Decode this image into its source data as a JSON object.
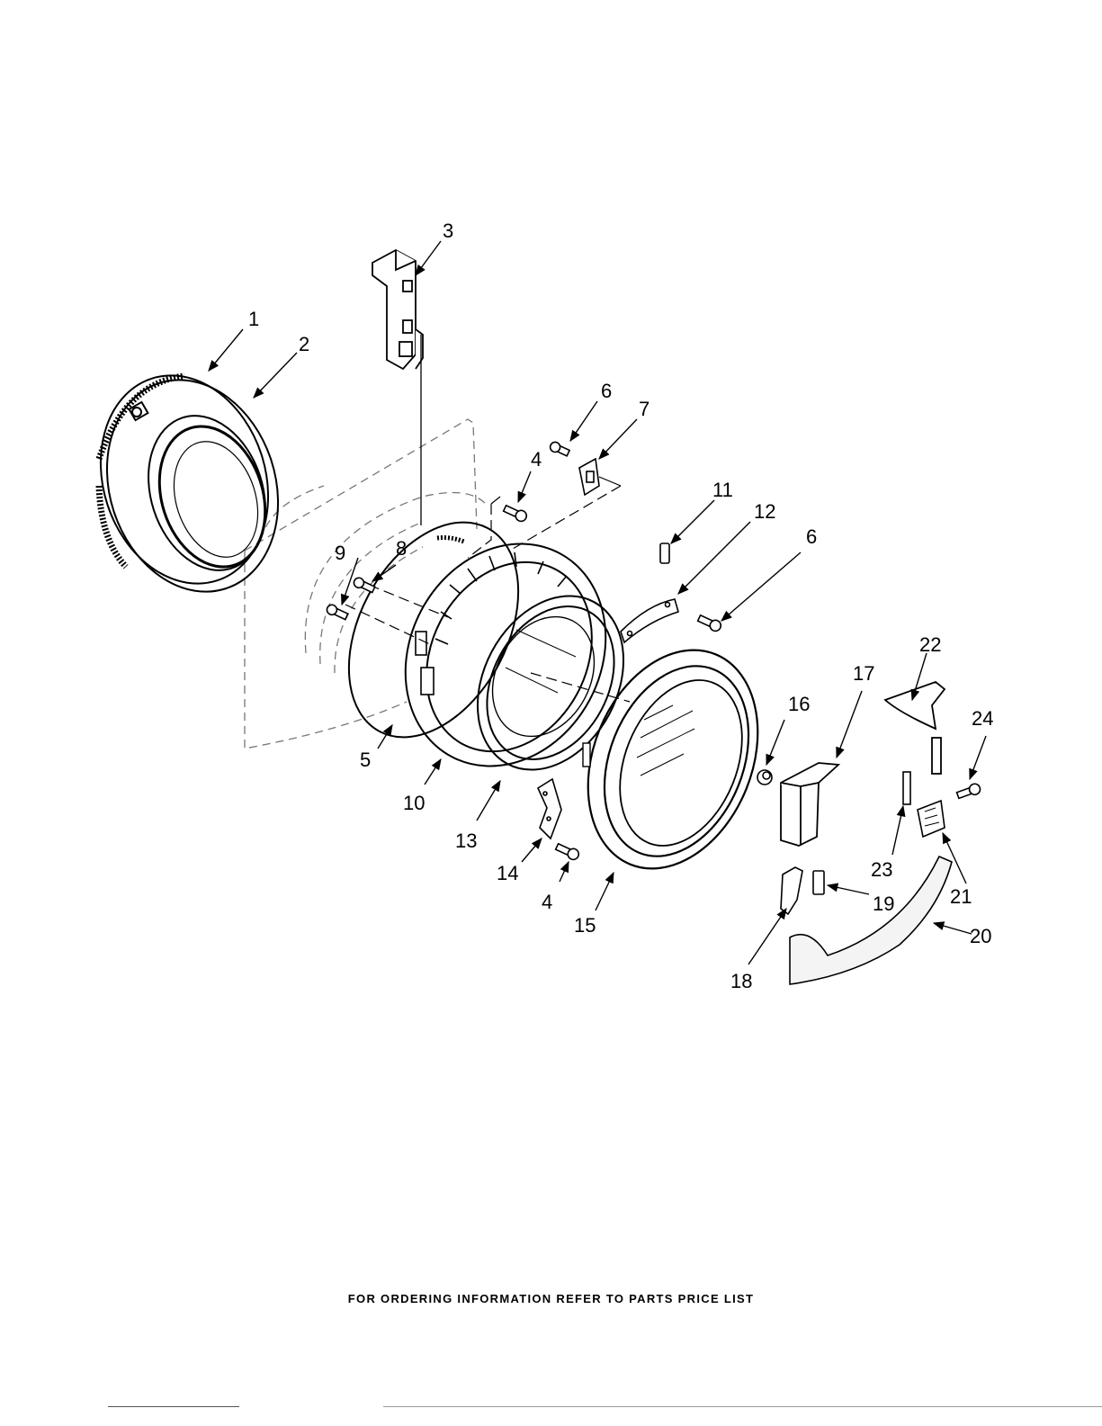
{
  "diagram": {
    "callouts": [
      "1",
      "2",
      "3",
      "4",
      "5",
      "6",
      "7",
      "8",
      "9",
      "10",
      "11",
      "12",
      "13",
      "14",
      "15",
      "16",
      "17",
      "18",
      "19",
      "20",
      "21",
      "22",
      "23",
      "24"
    ],
    "repeat_labels": {
      "screw_4b": "4",
      "screw_6b": "6"
    }
  },
  "footer": {
    "text": "FOR ORDERING INFORMATION REFER TO PARTS PRICE LIST"
  }
}
